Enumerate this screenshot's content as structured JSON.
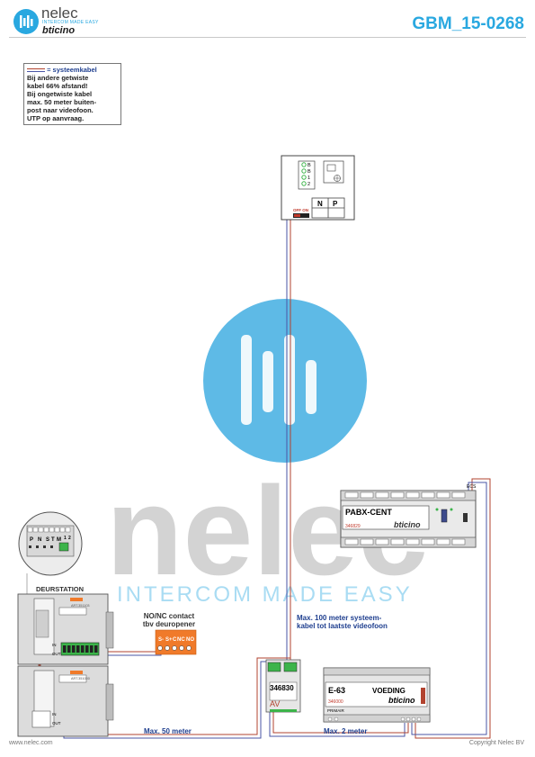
{
  "header": {
    "brand_name": "nelec",
    "brand_tagline": "INTERCOM MADE EASY",
    "brand_sub": "bticino",
    "doc_code": "GBM_15-0268"
  },
  "note": {
    "legend_label": "= systeemkabel",
    "lines": [
      "Bij andere getwiste",
      "kabel 66% afstand!",
      "Bij ongetwiste kabel",
      "max. 50 meter buiten-",
      "post naar videofoon.",
      "UTP op aanvraag."
    ]
  },
  "watermark": {
    "word": "nelec",
    "tagline": "INTERCOM MADE EASY"
  },
  "videophone": {
    "terminals": [
      "B",
      "B",
      "1",
      "2"
    ],
    "switch_label": "OFF ON",
    "np_labels": [
      "N",
      "P"
    ]
  },
  "pabx": {
    "title": "PABX-CENT",
    "code": "346829",
    "brand": "bticino",
    "top_label": "ECS"
  },
  "doorstation": {
    "title": "DEURSTATION",
    "art_top": "ART.351103",
    "art_bottom": "ART.351000",
    "in_label": "IN",
    "out_label": "OUT",
    "zoom_terminals": [
      "P",
      "N",
      "S",
      "T",
      "M",
      "1",
      "2"
    ]
  },
  "contact": {
    "label_line1": "NO/NC contact",
    "label_line2": "tbv deuropener",
    "terminals": [
      "S-",
      "S+",
      "C",
      "NC",
      "NO"
    ]
  },
  "interface": {
    "code": "346830",
    "sub": "AV"
  },
  "psu": {
    "title": "E-63",
    "label": "VOEDING",
    "code": "346000",
    "brand": "bticino",
    "primary": "PRIMAIR"
  },
  "cable_labels": {
    "max100_line1": "Max. 100 meter systeem-",
    "max100_line2": "kabel tot laatste videofoon",
    "max50": "Max. 50 meter",
    "max2": "Max. 2 meter"
  },
  "footer": {
    "left": "www.nelec.com",
    "right": "Copyright Nelec BV"
  },
  "colors": {
    "accent": "#29a8e0",
    "cable_blue": "#4a56a6",
    "cable_red": "#b2432f",
    "orange": "#f07a2a",
    "green": "#3cb44a"
  }
}
